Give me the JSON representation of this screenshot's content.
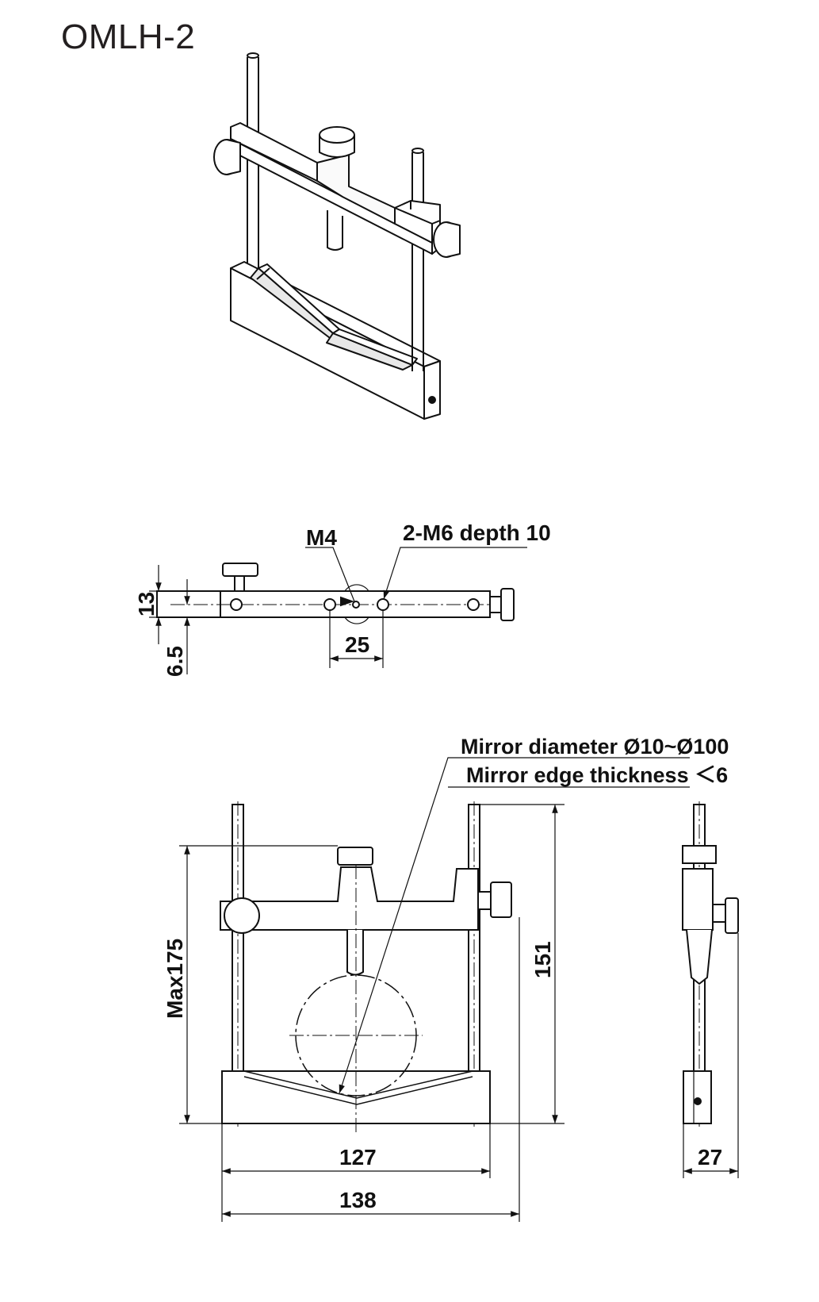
{
  "title": "OMLH-2",
  "top_view": {
    "callout_m4": "M4",
    "callout_m6": "2-M6 depth 10",
    "dim_height": "13",
    "dim_offset": "6.5",
    "dim_spacing": "25"
  },
  "front_view": {
    "note_diameter": "Mirror diameter Ø10~Ø100",
    "note_thickness": "Mirror edge thickness ＜6",
    "dim_max_height": "Max175",
    "dim_rod_height": "151",
    "dim_inner_width": "127",
    "dim_outer_width": "138"
  },
  "side_view": {
    "dim_depth": "27"
  }
}
